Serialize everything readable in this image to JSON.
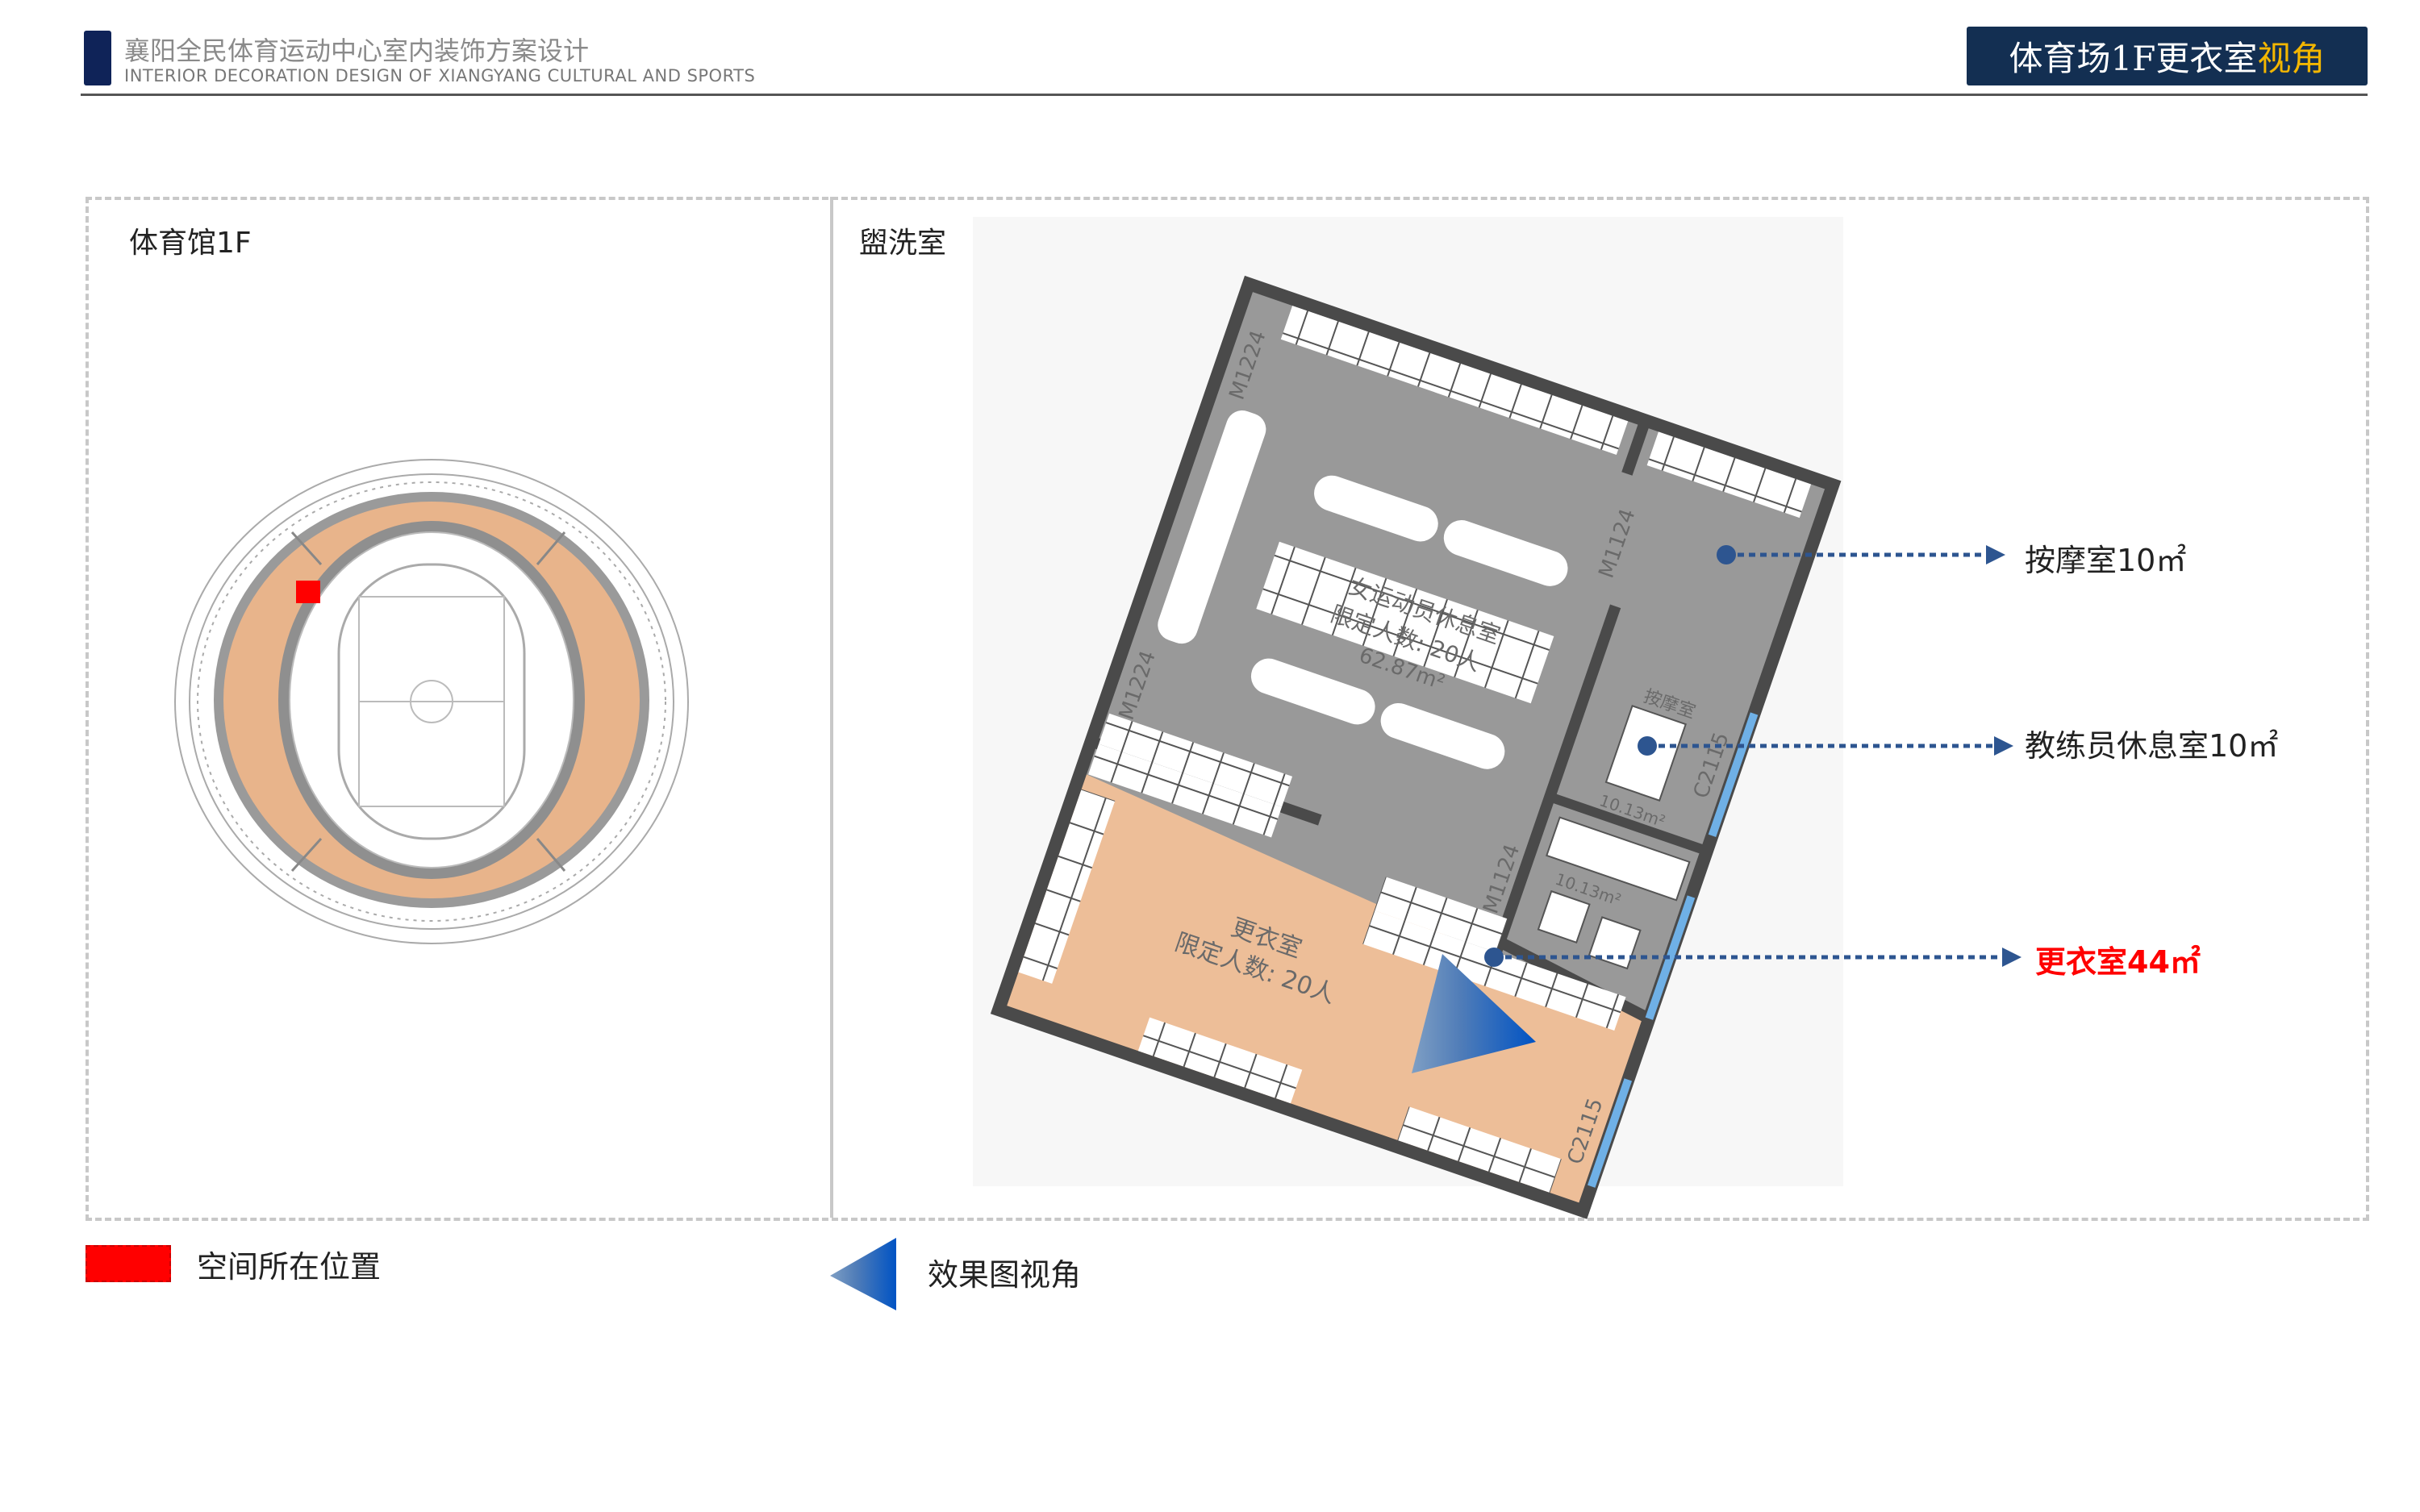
{
  "header": {
    "title_cn": "襄阳全民体育运动中心室内装饰方案设计",
    "title_en": "INTERIOR DECORATION DESIGN OF XIANGYANG CULTURAL AND SPORTS",
    "page_title_main": "体育场1F更衣室",
    "page_title_accent": "视角",
    "accent_color": "#f2b600",
    "brand_color": "#132f52"
  },
  "left_panel": {
    "label": "体育馆1F"
  },
  "right_panel": {
    "label": "盥洗室",
    "plan_texts": {
      "lounge_name": "女运动员休息室",
      "lounge_capacity": "限定人数: 20人",
      "lounge_area": "62.87m²",
      "locker_name": "更衣室",
      "locker_capacity": "限定人数: 20人",
      "door_m1224": "M1224",
      "door_m1124": "M1124",
      "window_c2115": "C2115",
      "massage_name": "按摩室",
      "massage_area": "10.13m²",
      "coach_area": "10.13m²"
    },
    "callouts": [
      {
        "label": "按摩室10㎡"
      },
      {
        "label": "教练员休息室10㎡"
      },
      {
        "label": "更衣室44㎡",
        "color": "#ff0000"
      }
    ]
  },
  "legend": {
    "location_label": "空间所在位置",
    "view_label": "效果图视角"
  }
}
